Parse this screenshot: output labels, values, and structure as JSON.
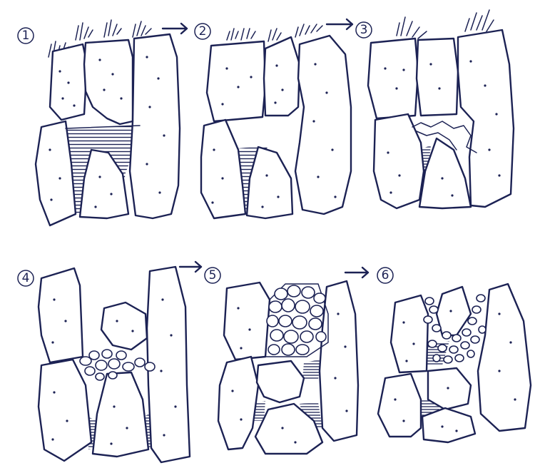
{
  "ink_color": "#1c2254",
  "steps": [
    {
      "label": "1"
    },
    {
      "label": "2"
    },
    {
      "label": "3"
    },
    {
      "label": "4"
    },
    {
      "label": "5"
    },
    {
      "label": "6"
    }
  ]
}
